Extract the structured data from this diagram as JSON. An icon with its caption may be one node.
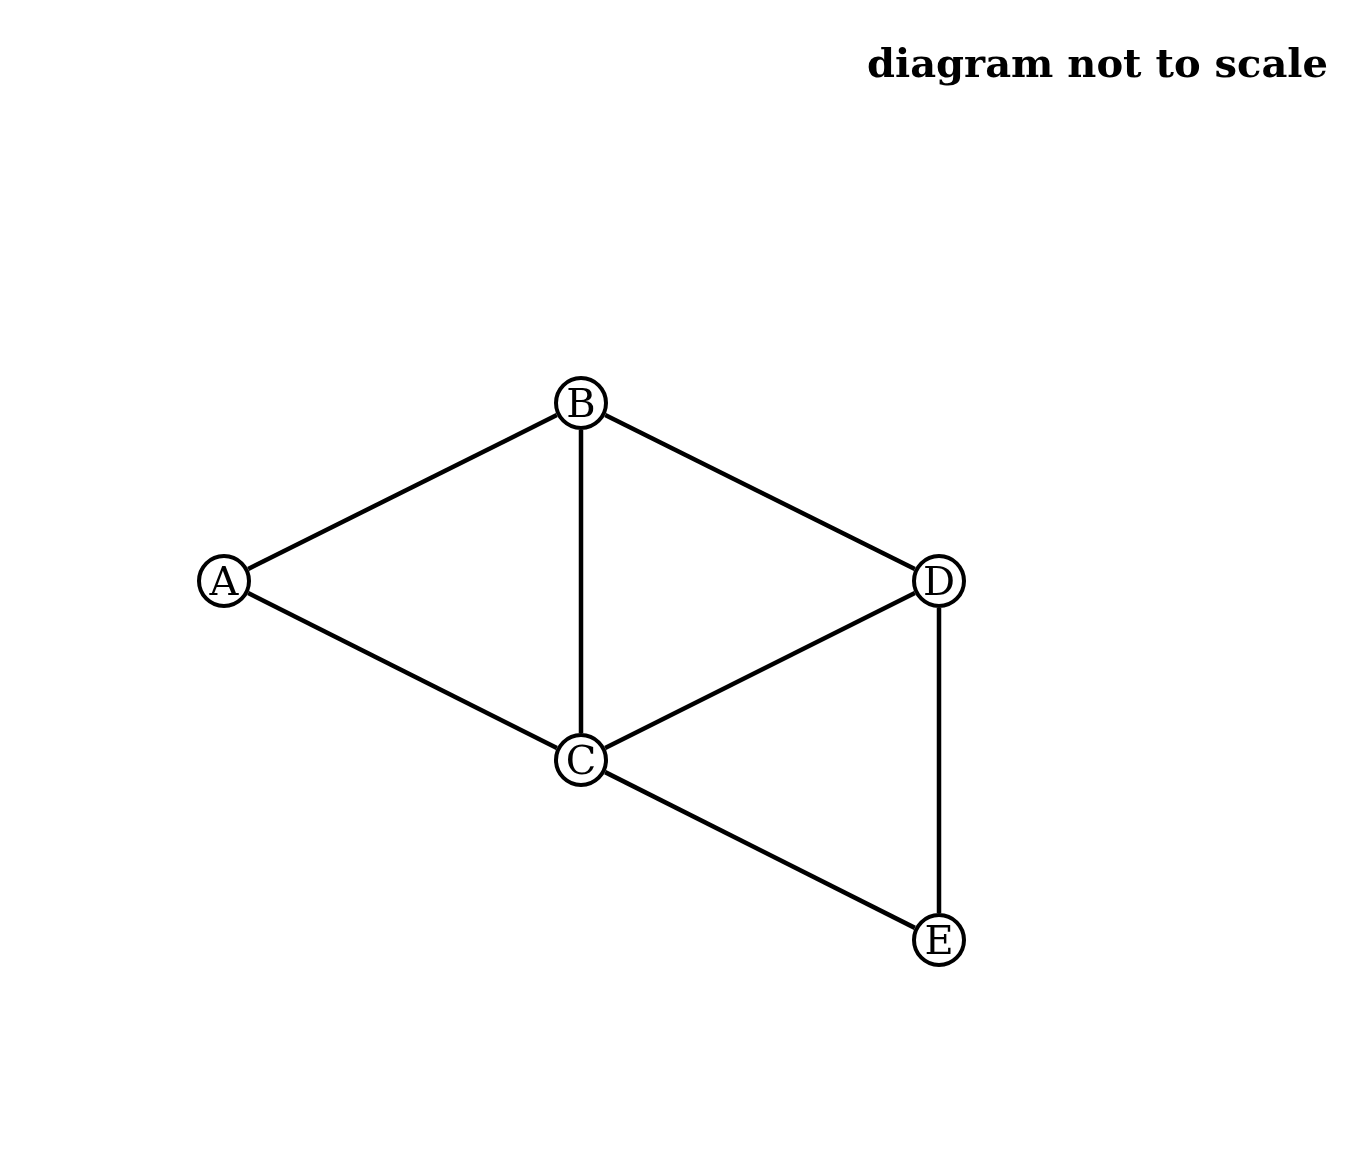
{
  "diagram": {
    "nodes": [
      {
        "text": [
          "A"
        ]
      },
      {
        "text": [
          "B"
        ]
      },
      {
        "text": [
          "C"
        ]
      },
      {
        "text": [
          "D"
        ]
      },
      {
        "text": [
          "E"
        ]
      }
    ],
    "edges": [
      {
        "from": 0,
        "to": 1,
        "arrow": "none"
      },
      {
        "from": 0,
        "to": 2,
        "arrow": "none"
      },
      {
        "from": 1,
        "to": 2,
        "arrow": "none"
      },
      {
        "from": 1,
        "to": 3,
        "arrow": "none"
      },
      {
        "from": 2,
        "to": 3,
        "arrow": "none"
      },
      {
        "from": 2,
        "to": 4,
        "arrow": "none"
      },
      {
        "from": 3,
        "to": 4,
        "arrow": "none"
      }
    ],
    "labels": [
      "diagram not to scale"
    ]
  }
}
